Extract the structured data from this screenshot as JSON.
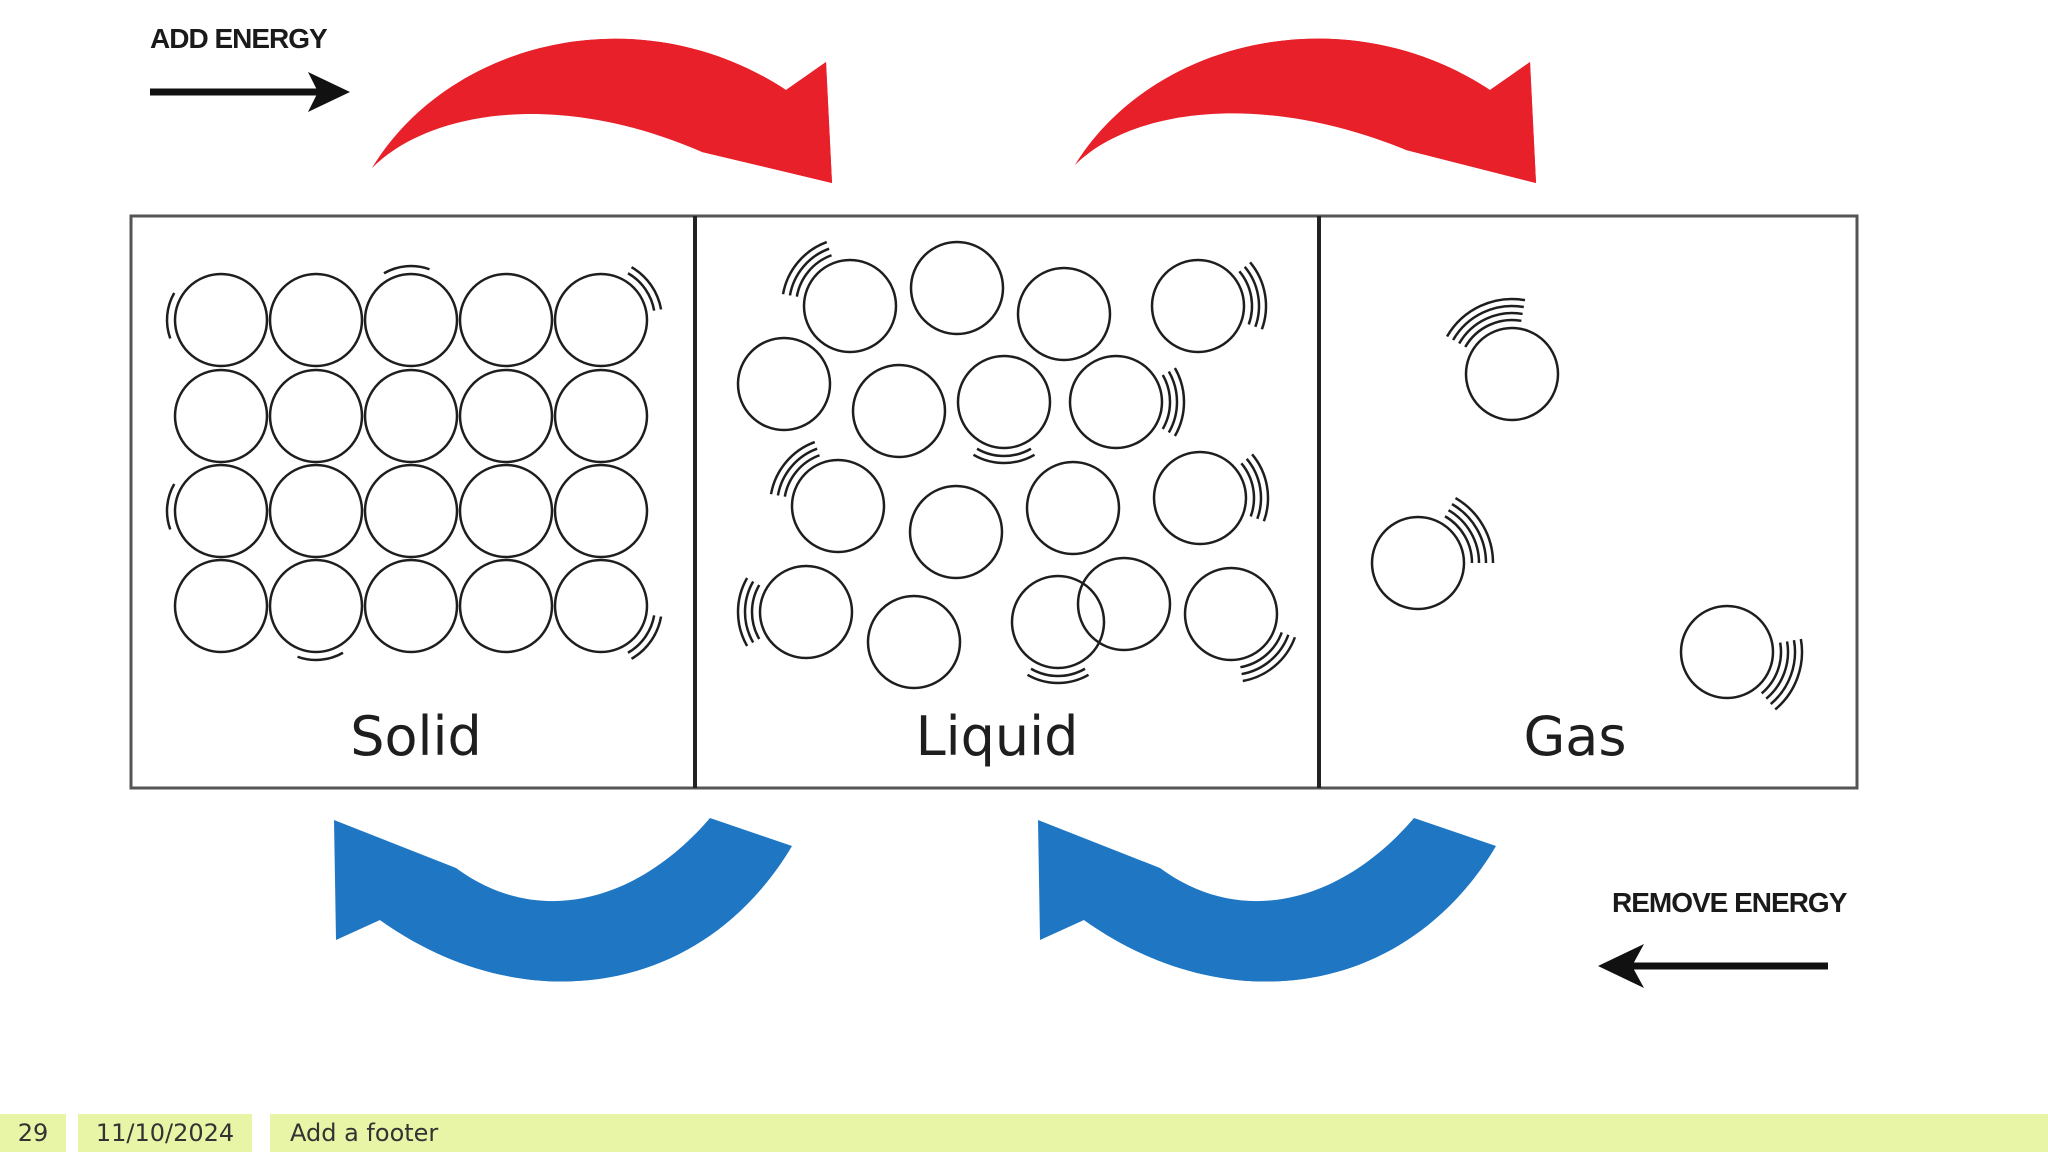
{
  "diagram": {
    "add_energy_label": "ADD ENERGY",
    "remove_energy_label": "REMOVE ENERGY",
    "states": {
      "solid": "Solid",
      "liquid": "Liquid",
      "gas": "Gas"
    },
    "colors": {
      "heat_arrow": "#e8202a",
      "cool_arrow": "#1f77c4",
      "outline": "#1e1e1e",
      "frame": "#555555"
    }
  },
  "footer": {
    "slide_number": "29",
    "date": "11/10/2024",
    "text": "Add a footer",
    "accent": "#e8f5a6"
  }
}
